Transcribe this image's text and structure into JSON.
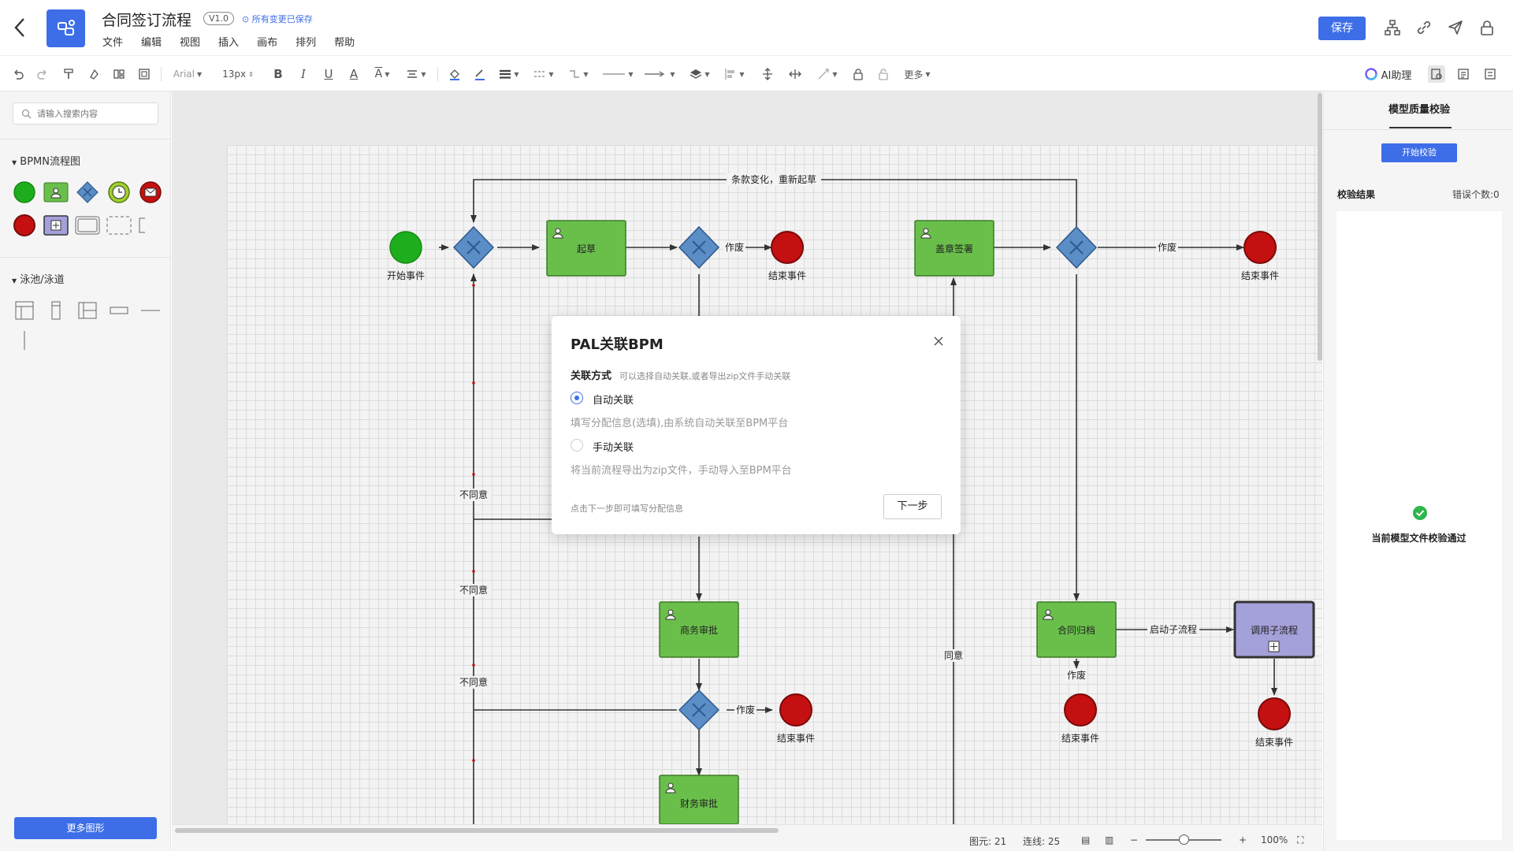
{
  "header": {
    "title": "合同签订流程",
    "version": "V1.0",
    "saved_status": "所有变更已保存",
    "menu": [
      "文件",
      "编辑",
      "视图",
      "插入",
      "画布",
      "排列",
      "帮助"
    ],
    "save_label": "保存"
  },
  "toolbar": {
    "font_family": "Arial",
    "font_size": "13px",
    "more_label": "更多",
    "ai_label": "AI助理"
  },
  "sidebar": {
    "search_placeholder": "请输入搜索内容",
    "section_bpmn": "BPMN流程图",
    "section_pool": "泳池/泳道",
    "more_shapes": "更多图形"
  },
  "diagram": {
    "labels": {
      "start": "开始事件",
      "draft": "起草",
      "seal": "盖章签署",
      "biz": "商务审批",
      "fin": "财务审批",
      "archive": "合同归档",
      "subprocess": "调用子流程",
      "end": "结束事件",
      "void": "作废",
      "restart": "条款变化，重新起草",
      "disagree": "不同意",
      "agree": "同意",
      "start_sub": "启动子流程"
    }
  },
  "status": {
    "elements_label": "图元: 21",
    "links_label": "连线: 25",
    "zoom": "100%"
  },
  "right_panel": {
    "tab": "模型质量校验",
    "start_check": "开始校验",
    "result_label": "校验结果",
    "error_count": "错误个数:0",
    "pass_message": "当前模型文件校验通过"
  },
  "dialog": {
    "title": "PAL关联BPM",
    "label": "关联方式",
    "hint": "可以选择自动关联,或者导出zip文件手动关联",
    "option_auto": "自动关联",
    "option_auto_desc": "填写分配信息(选填),由系统自动关联至BPM平台",
    "option_manual": "手动关联",
    "option_manual_desc": "将当前流程导出为zip文件，手动导入至BPM平台",
    "footer": "点击下一步即可填写分配信息",
    "next_label": "下一步",
    "selected": "auto"
  },
  "colors": {
    "accent": "#3d6ee8",
    "task_fill": "#6abf4b",
    "end_event": "#c41010",
    "start_event": "#1dad1d",
    "gateway": "#5b8dc6",
    "subprocess_fill": "#a4a0d9"
  }
}
